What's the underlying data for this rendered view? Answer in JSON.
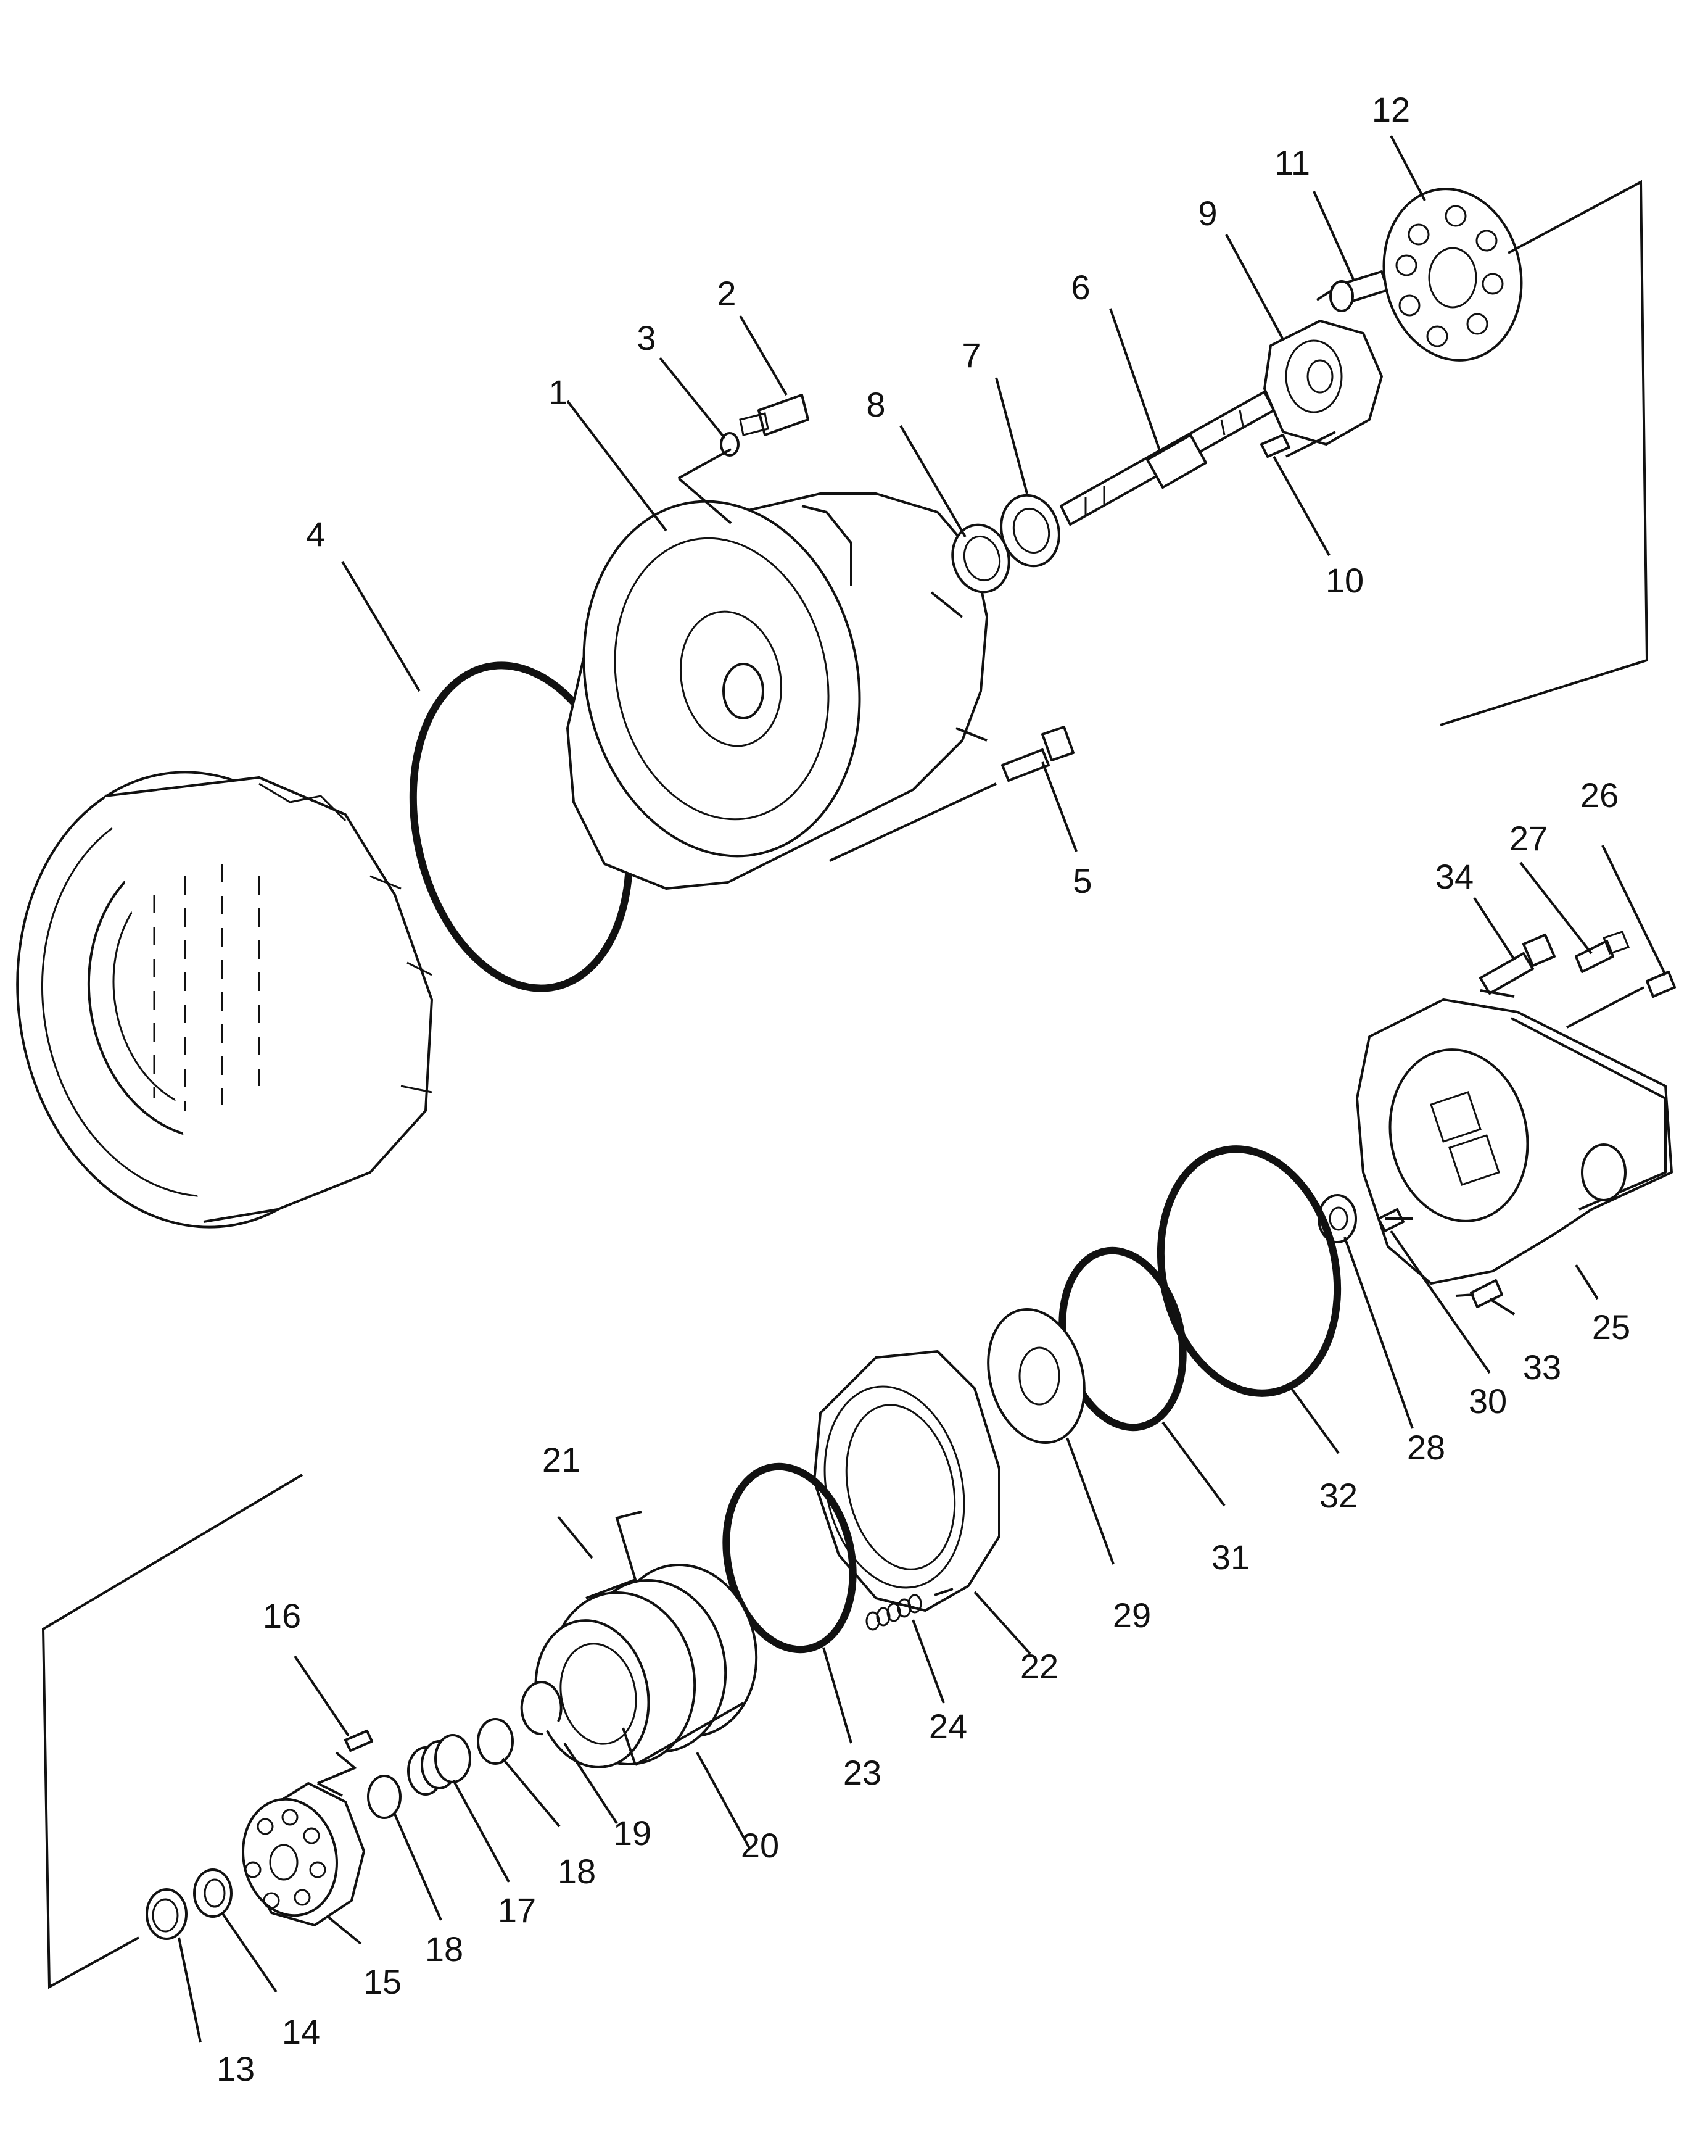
{
  "callouts": [
    "1",
    "2",
    "3",
    "4",
    "5",
    "6",
    "7",
    "8",
    "9",
    "10",
    "11",
    "12",
    "13",
    "14",
    "15",
    "16",
    "17",
    "18",
    "18",
    "19",
    "20",
    "21",
    "22",
    "23",
    "24",
    "25",
    "26",
    "27",
    "28",
    "29",
    "30",
    "31",
    "32",
    "33",
    "34"
  ],
  "colors": {
    "line": "#111111",
    "background": "#ffffff"
  }
}
